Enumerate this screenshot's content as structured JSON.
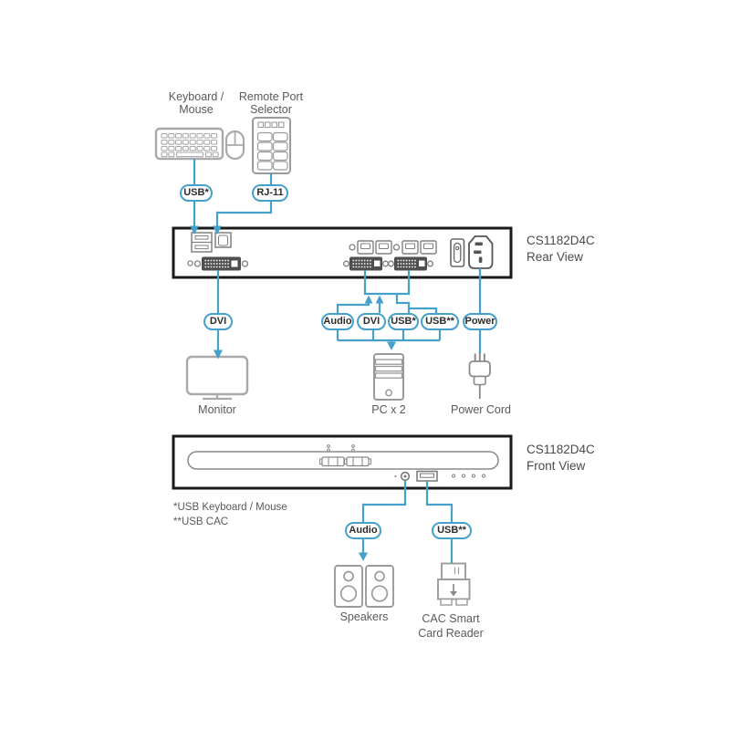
{
  "accent": {
    "cable_color": "#45A0CB",
    "panel_border_color": "#1A1A1A",
    "icon_color": "#A9A9A9",
    "text_color": "#595959"
  },
  "labels": {
    "keyboard_mouse": [
      "Keyboard /",
      "Mouse"
    ],
    "remote_port_selector": [
      "Remote Port",
      "Selector"
    ],
    "monitor": "Monitor",
    "pc": "PC x 2",
    "power_cord": "Power Cord",
    "speakers": "Speakers",
    "cac_reader": [
      "CAC Smart",
      "Card Reader"
    ]
  },
  "connectors": {
    "usb_keyboard": "USB*",
    "rj11": "RJ-11",
    "dvi_monitor": "DVI",
    "audio_rear": "Audio",
    "dvi_rear": "DVI",
    "usb_star_rear": "USB*",
    "usb_2star_rear": "USB**",
    "power": "Power",
    "audio_front": "Audio",
    "usb_2star_front": "USB**"
  },
  "panels": {
    "rear": {
      "model": "CS1182D4C",
      "view": "Rear View"
    },
    "front": {
      "model": "CS1182D4C",
      "view": "Front View"
    }
  },
  "notes": [
    "*USB Keyboard / Mouse",
    "**USB CAC"
  ]
}
